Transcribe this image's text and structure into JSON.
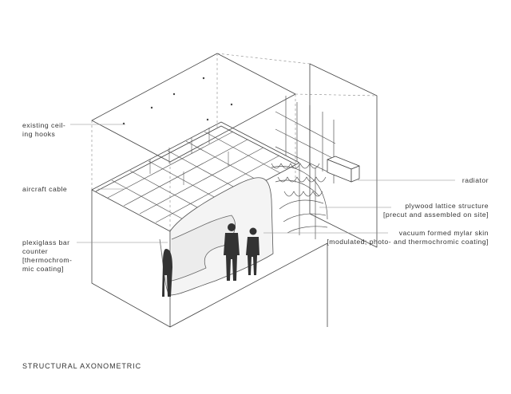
{
  "labels": {
    "existing_ceiling_hooks": [
      "existing ceil-",
      "ing hooks"
    ],
    "aircraft_cable": "aircraft cable",
    "plexiglass_bar": [
      "plexiglass bar",
      "counter",
      "[thermochrom-",
      "mic coating]"
    ],
    "radiator": "radiator",
    "plywood_lattice": [
      "plywood lattice structure",
      "[precut and assembled on site]"
    ],
    "vacuum_mylar": [
      "vacuum formed mylar skin",
      "[modulated; photo- and thermochromic coating]"
    ]
  },
  "title": "STRUCTURAL AXONOMETRIC",
  "colors": {
    "line": "#444444",
    "fill_light": "#e8e8e8",
    "figure": "#333333",
    "leader": "#777777"
  }
}
